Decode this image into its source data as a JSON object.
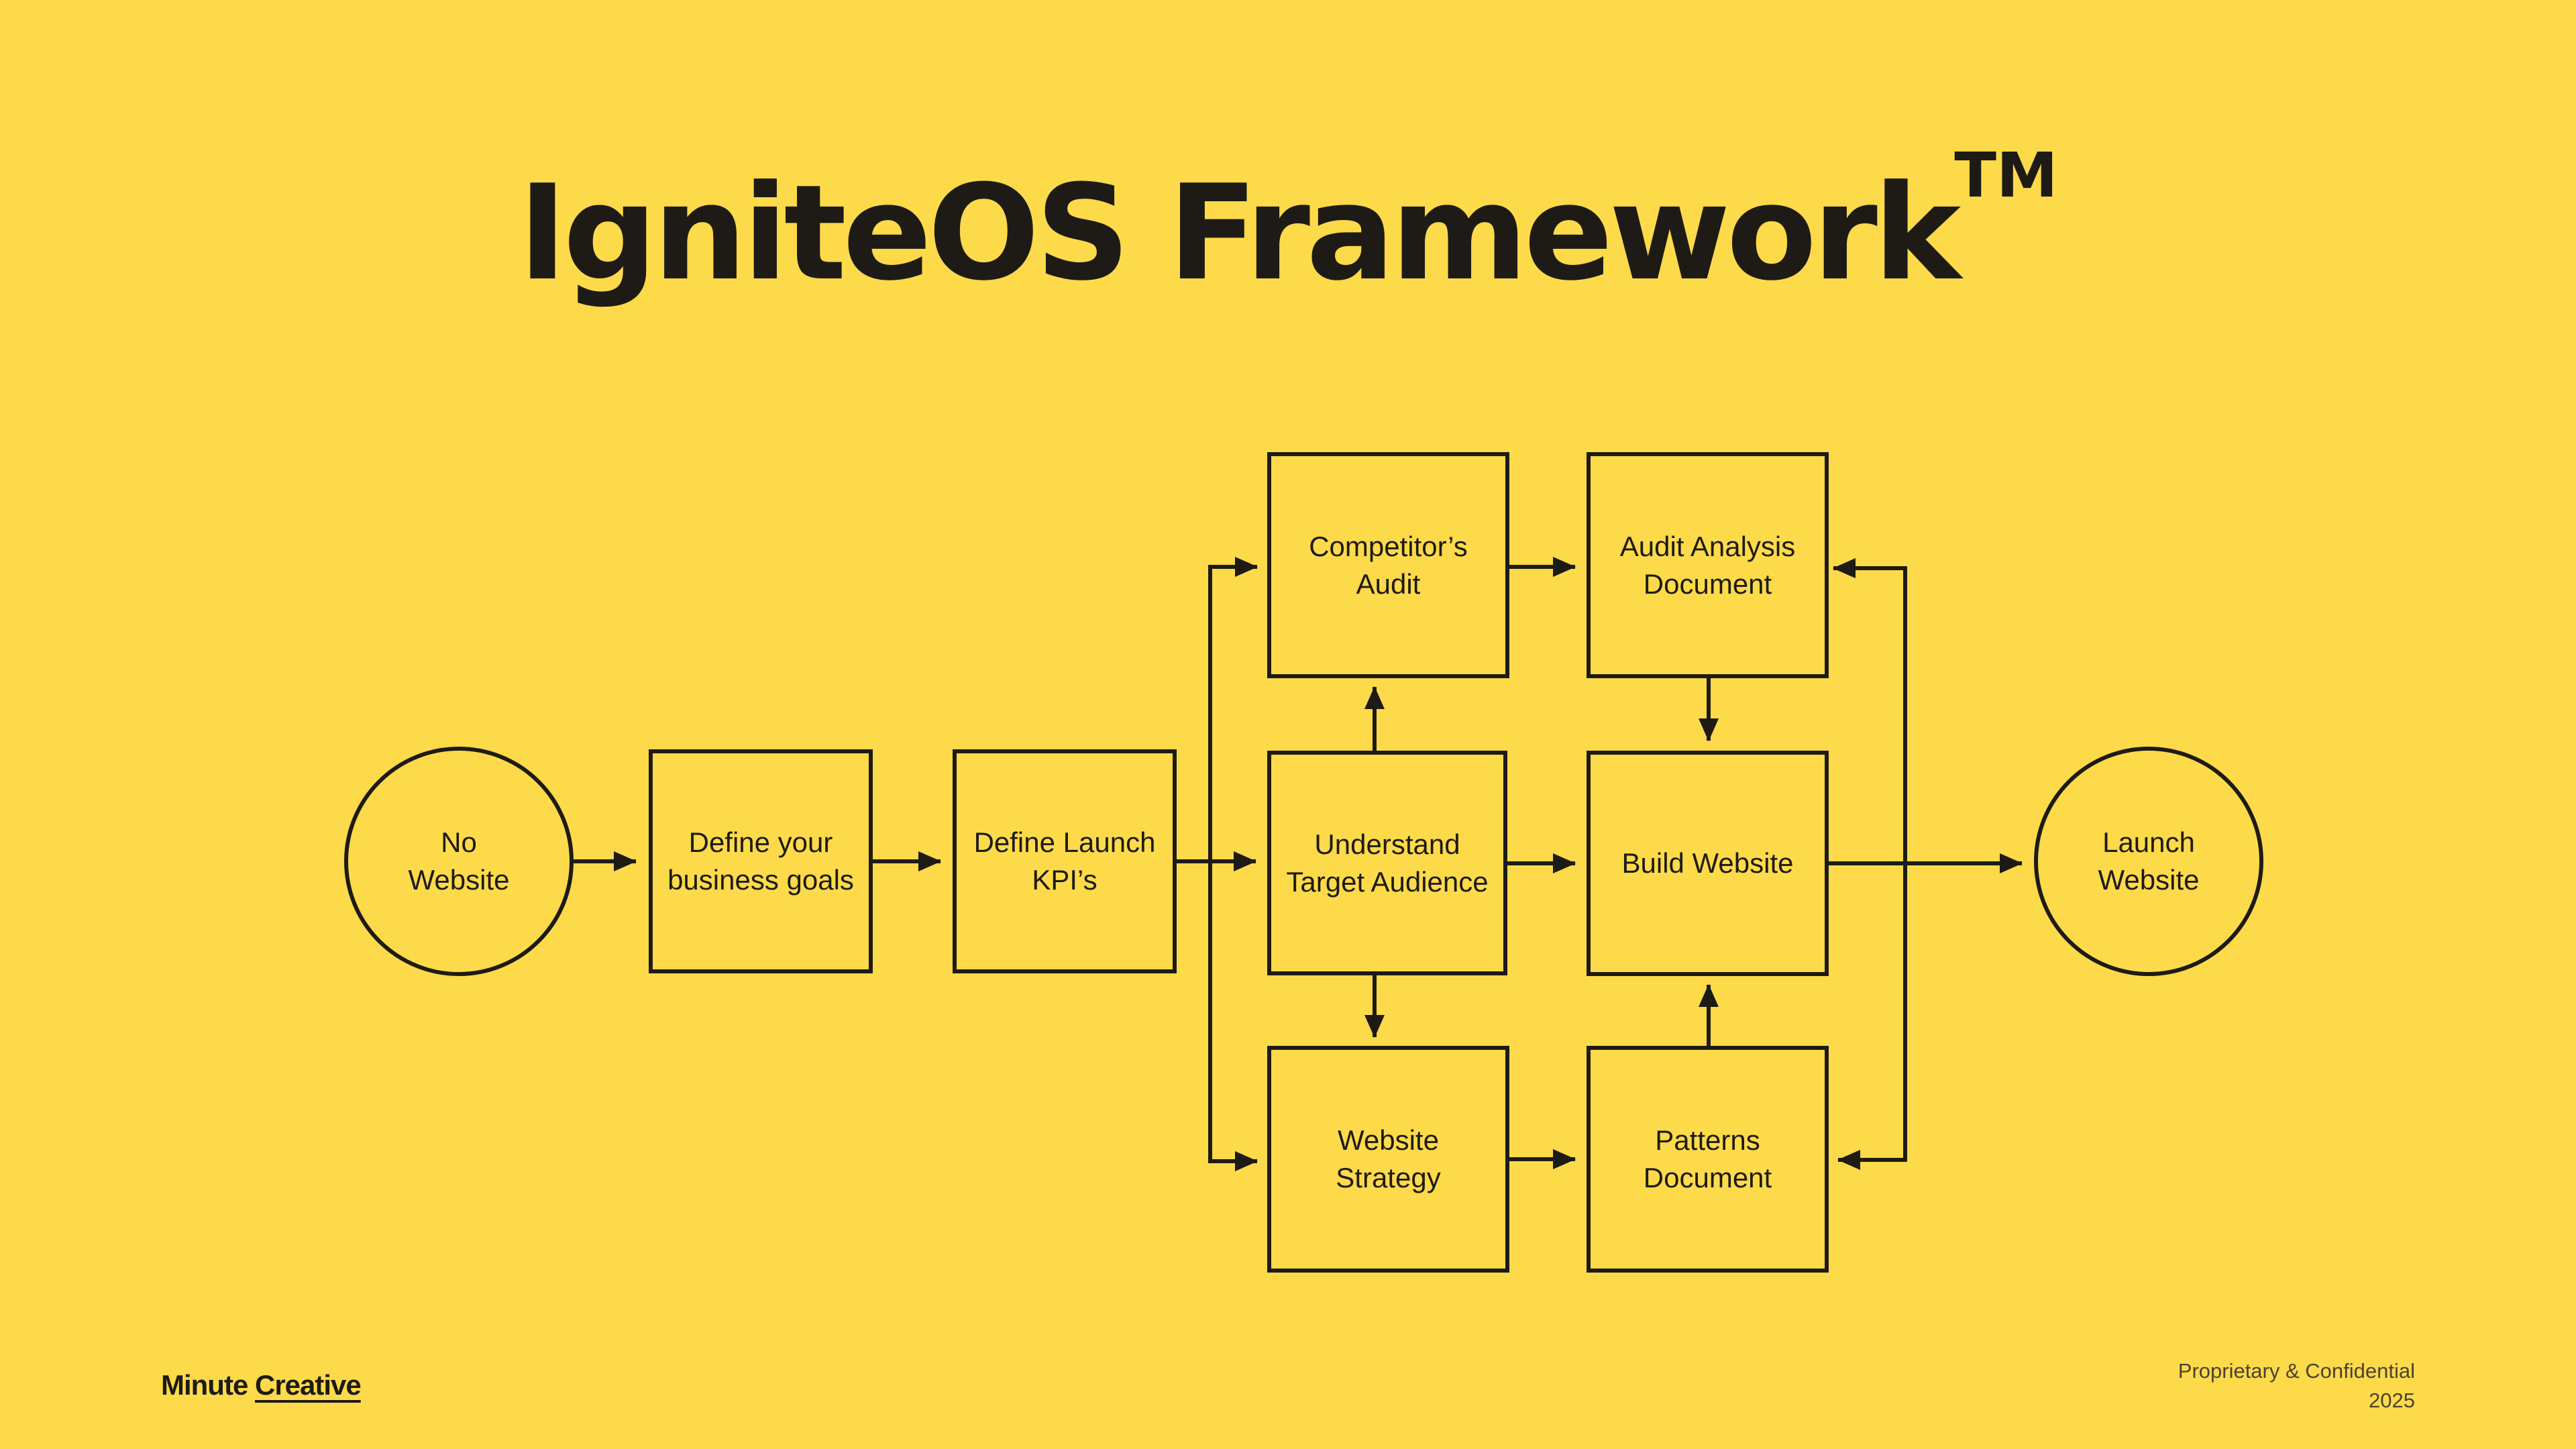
{
  "title": {
    "text": "IgniteOS Framework",
    "trademark": "TM"
  },
  "nodes": {
    "no_website": {
      "line1": "No",
      "line2": "Website",
      "shape": "circle"
    },
    "define_goals": {
      "line1": "Define your",
      "line2": "business goals",
      "shape": "box"
    },
    "define_kpis": {
      "line1": "Define Launch",
      "line2": "KPI’s",
      "shape": "box"
    },
    "competitor_audit": {
      "line1": "Competitor’s",
      "line2": "Audit",
      "shape": "box"
    },
    "understand_audience": {
      "line1": "Understand",
      "line2": "Target Audience",
      "shape": "box"
    },
    "website_strategy": {
      "line1": "Website",
      "line2": "Strategy",
      "shape": "box"
    },
    "audit_analysis": {
      "line1": "Audit Analysis",
      "line2": "Document",
      "shape": "box"
    },
    "build_website": {
      "line1": "Build Website",
      "line2": "",
      "shape": "box"
    },
    "patterns_document": {
      "line1": "Patterns",
      "line2": "Document",
      "shape": "box"
    },
    "launch_website": {
      "line1": "Launch",
      "line2": "Website",
      "shape": "circle"
    }
  },
  "footer": {
    "logo_first": "Minute",
    "logo_second": "Creative",
    "confidential": "Proprietary & Confidential",
    "year": "2025"
  },
  "colors": {
    "background": "#FDDA4A",
    "ink": "#1E1B16",
    "muted": "#4A4332"
  }
}
